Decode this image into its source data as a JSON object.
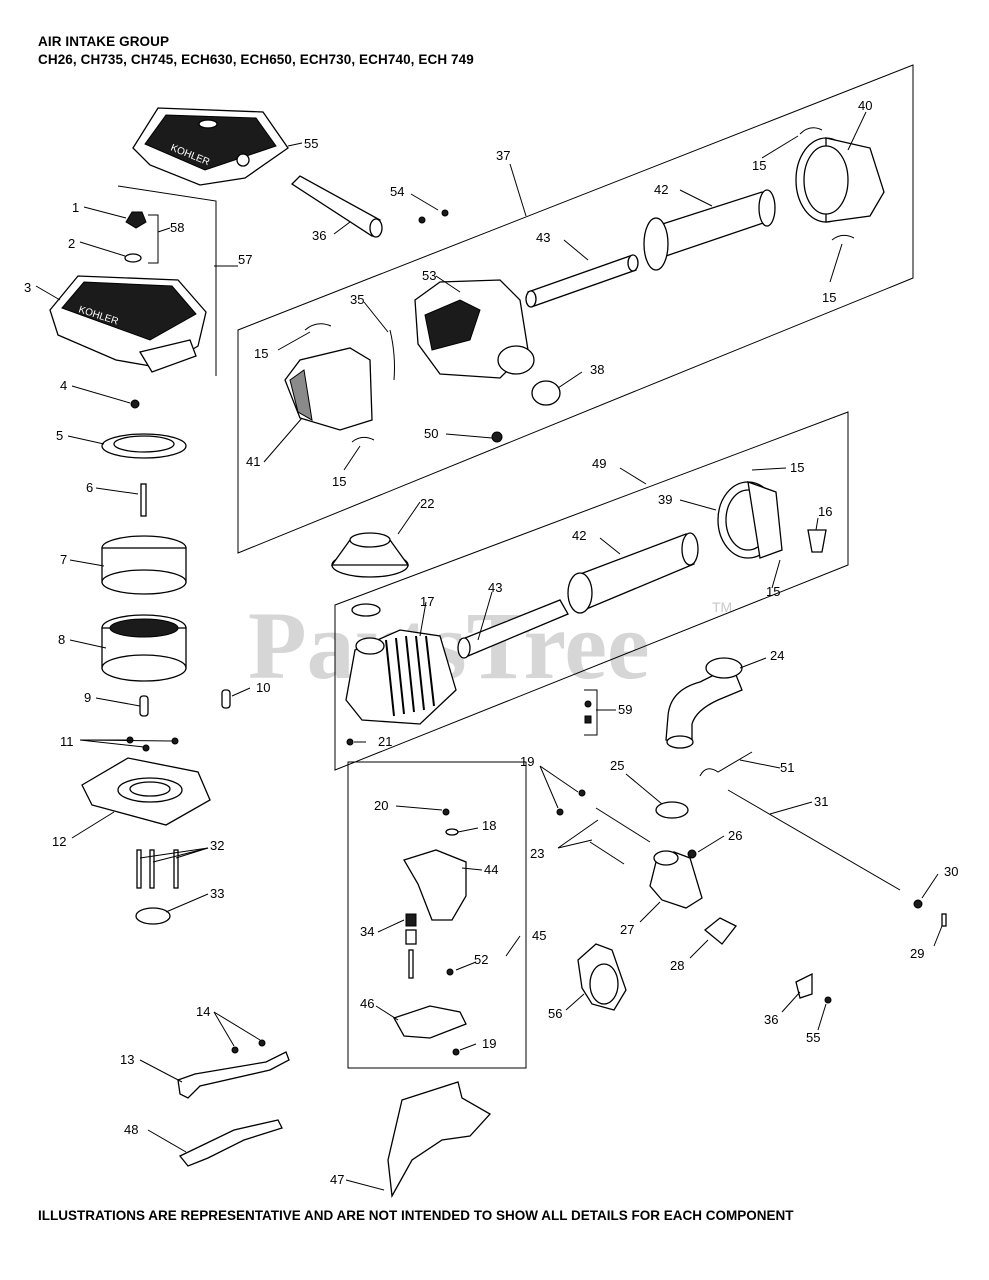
{
  "header": {
    "title": "AIR INTAKE GROUP",
    "models": "CH26, CH735, CH745, ECH630, ECH650, ECH730, ECH740, ECH 749"
  },
  "footer": {
    "disclaimer": "ILLUSTRATIONS ARE REPRESENTATIVE AND ARE NOT INTENDED TO SHOW ALL DETAILS FOR EACH COMPONENT"
  },
  "watermark": {
    "text": "PartsTree",
    "trademark": "TM"
  },
  "callouts": {
    "c1": "1",
    "c2": "2",
    "c3": "3",
    "c4": "4",
    "c5": "5",
    "c6": "6",
    "c7": "7",
    "c8": "8",
    "c9": "9",
    "c10": "10",
    "c11": "11",
    "c12": "12",
    "c13": "13",
    "c14": "14",
    "c15a": "15",
    "c15b": "15",
    "c15c": "15",
    "c15d": "15",
    "c15e": "15",
    "c15f": "15",
    "c16": "16",
    "c17": "17",
    "c18": "18",
    "c19a": "19",
    "c19b": "19",
    "c20": "20",
    "c21": "21",
    "c22": "22",
    "c23": "23",
    "c24": "24",
    "c25": "25",
    "c26": "26",
    "c27": "27",
    "c28": "28",
    "c29": "29",
    "c30": "30",
    "c31": "31",
    "c32": "32",
    "c33": "33",
    "c34": "34",
    "c35": "35",
    "c36a": "36",
    "c36b": "36",
    "c37": "37",
    "c38": "38",
    "c39": "39",
    "c40": "40",
    "c41": "41",
    "c42a": "42",
    "c42b": "42",
    "c43a": "43",
    "c43b": "43",
    "c44": "44",
    "c45": "45",
    "c46": "46",
    "c47": "47",
    "c48": "48",
    "c49": "49",
    "c50": "50",
    "c51": "51",
    "c52": "52",
    "c53": "53",
    "c54": "54",
    "c55a": "55",
    "c55b": "55",
    "c56": "56",
    "c57": "57",
    "c58": "58",
    "c59": "59"
  },
  "cover_brand": {
    "top": "KOHLER",
    "left": "KOHLER"
  }
}
